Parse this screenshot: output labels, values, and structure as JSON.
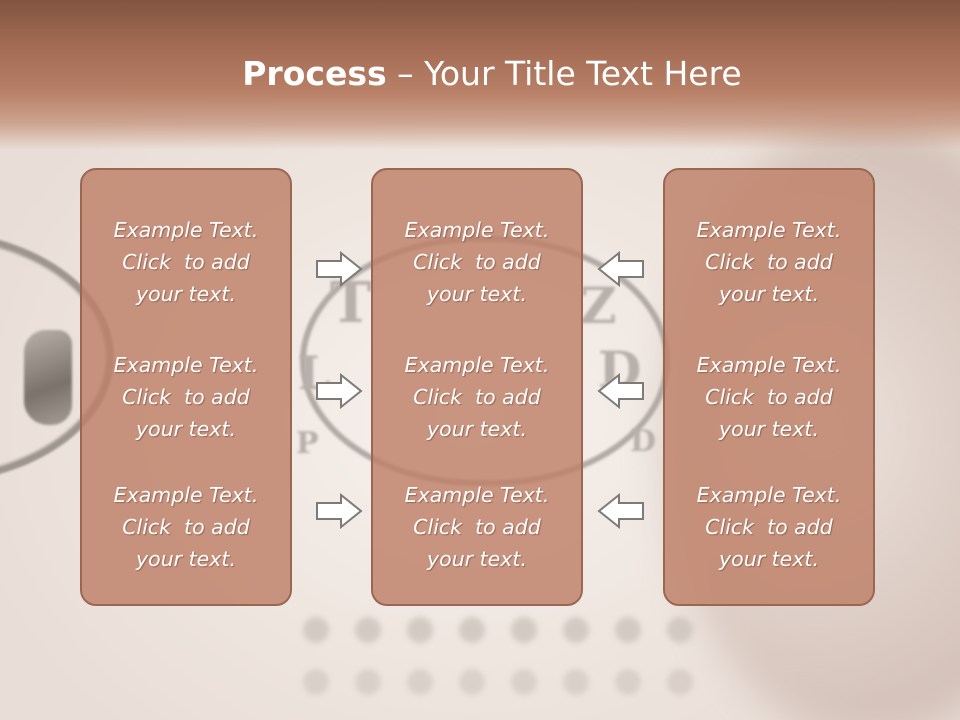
{
  "title": {
    "bold": "Process",
    "rest": " – Your Title Text Here"
  },
  "columns": [
    {
      "items": [
        [
          "Example Text.",
          "Click  to add",
          "your text."
        ],
        [
          "Example Text.",
          "Click  to add",
          "your text."
        ],
        [
          "Example Text.",
          "Click  to add",
          "your text."
        ]
      ]
    },
    {
      "items": [
        [
          "Example Text.",
          "Click  to add",
          "your text."
        ],
        [
          "Example Text.",
          "Click  to add",
          "your text."
        ],
        [
          "Example Text.",
          "Click  to add",
          "your text."
        ]
      ]
    },
    {
      "items": [
        [
          "Example Text.",
          "Click  to add",
          "your text."
        ],
        [
          "Example Text.",
          "Click  to add",
          "your text."
        ],
        [
          "Example Text.",
          "Click  to add",
          "your text."
        ]
      ]
    }
  ],
  "arrows": {
    "left_side": "right-arrow-icon",
    "right_side": "left-arrow-icon"
  },
  "colors": {
    "box_fill": "#be8068",
    "box_border": "#9a6752",
    "title_band": "#a36b53",
    "text": "#ffffff"
  }
}
